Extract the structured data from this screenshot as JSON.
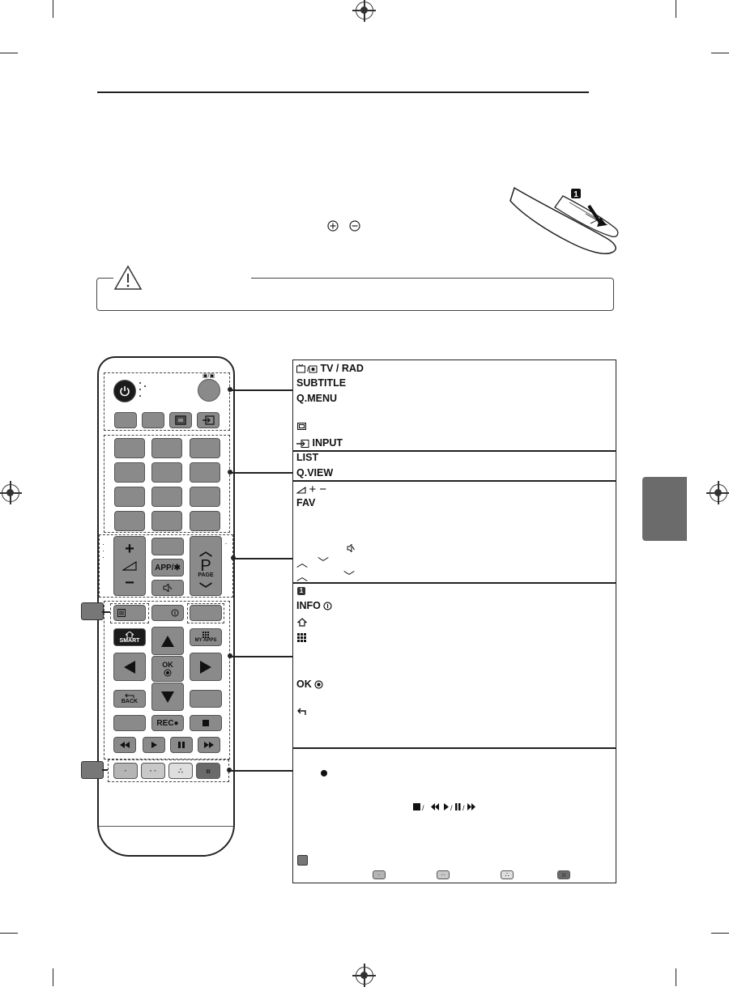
{
  "legend": {
    "tv_rad": "TV / RAD",
    "subtitle": "SUBTITLE",
    "qmenu": "Q.MENU",
    "input": "INPUT",
    "list": "LIST",
    "qview": "Q.VIEW",
    "fav": "FAV",
    "info": "INFO",
    "ok": "OK",
    "vol_plus_minus": "+ −"
  },
  "remote": {
    "app_label": "APP/✱",
    "p_label": "P",
    "page_label": "PAGE",
    "smart_label": "SMART",
    "myapps_label": "MY APPS",
    "ok_label": "OK",
    "back_label": "BACK",
    "rec_label": "REC●"
  },
  "badges": {
    "badge1": "1"
  },
  "colors": {
    "key_gray": "#8a8a8a",
    "side_tab": "#6b6b6b",
    "red_key": "#b5b5b5",
    "green_key": "#c8c8c8",
    "yellow_key": "#dedede",
    "blue_key": "#6a6a6a"
  }
}
